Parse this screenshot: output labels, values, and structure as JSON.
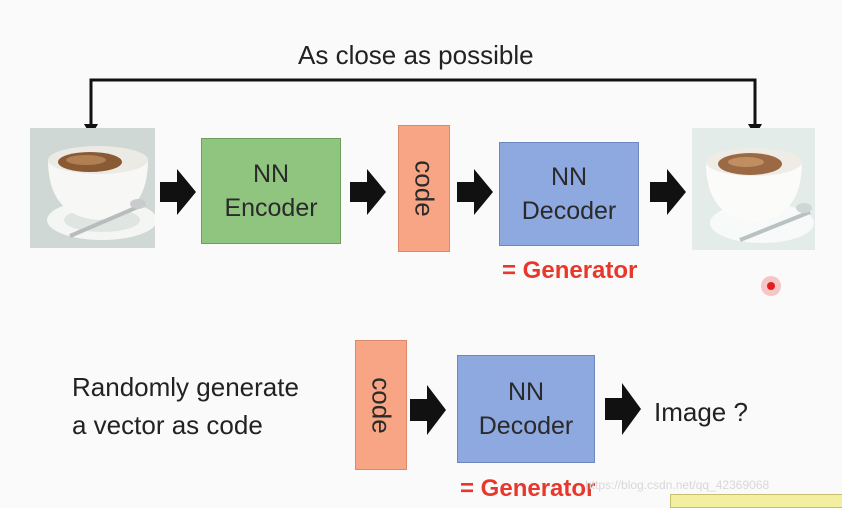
{
  "top": {
    "feedback_label": "As close as possible",
    "encoder": [
      "NN",
      "Encoder"
    ],
    "code": "code",
    "decoder": [
      "NN",
      "Decoder"
    ],
    "generator_label": "= Generator"
  },
  "bottom": {
    "input_text": [
      "Randomly generate",
      "a vector as code"
    ],
    "code": "code",
    "decoder": [
      "NN",
      "Decoder"
    ],
    "output_text": "Image ?",
    "generator_label": "= Generator"
  },
  "watermark": "https://blog.csdn.net/qq_42369068",
  "colors": {
    "encoder": "#8fc57f",
    "decoder": "#8ea8e0",
    "code": "#f7a584",
    "generator": "#e8382c"
  }
}
